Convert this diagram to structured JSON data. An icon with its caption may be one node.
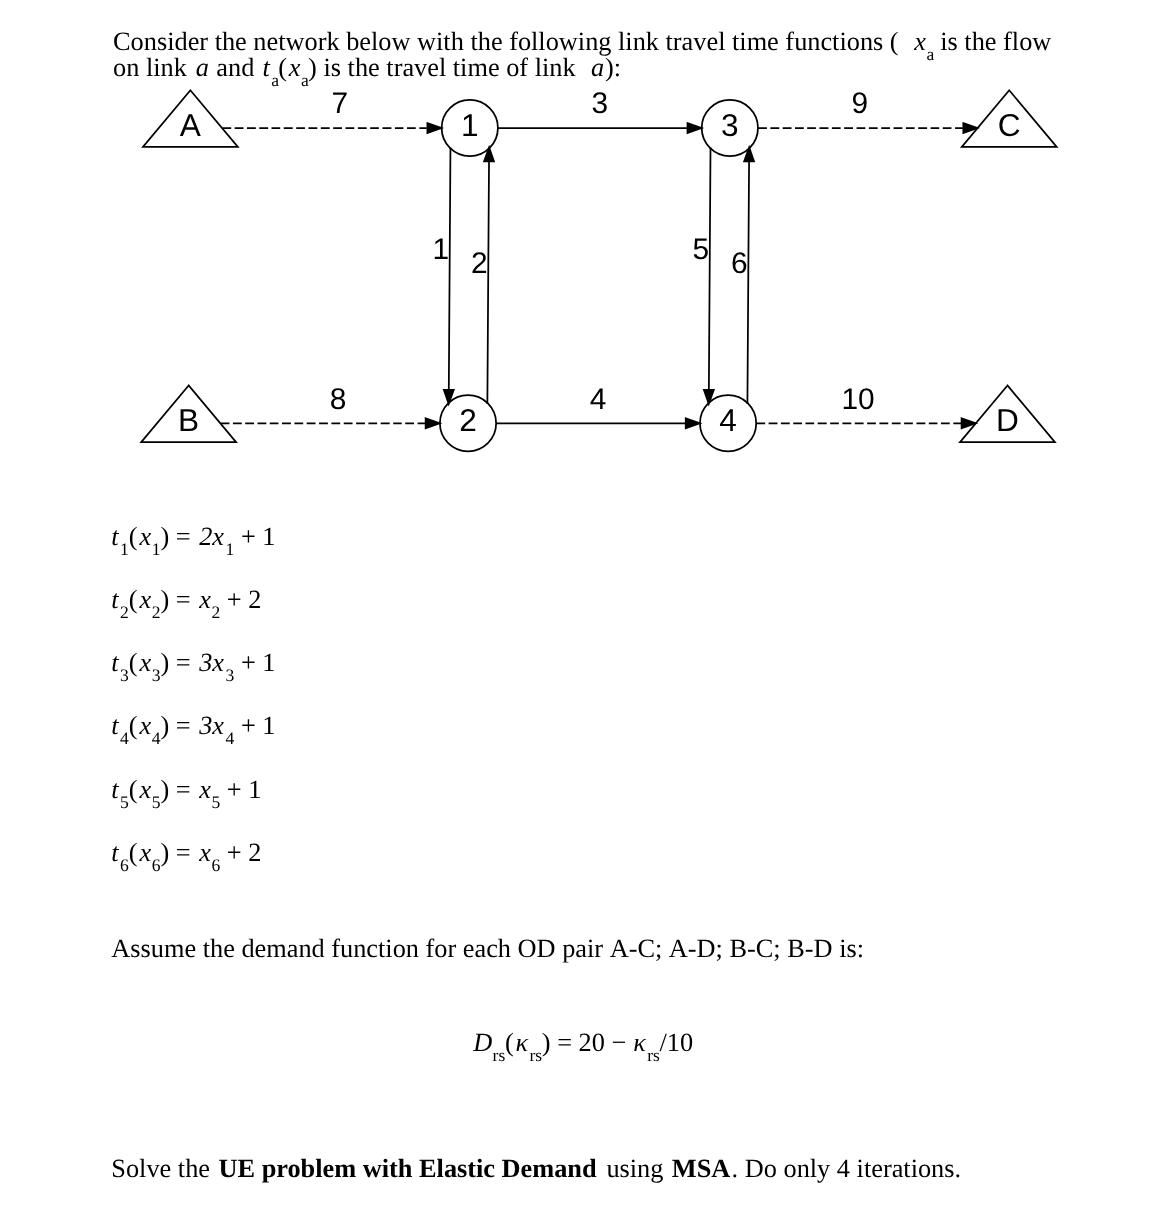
{
  "diagram": {
    "title": "Consider the network below with the following link travel time functions (*x*$_{a}$ is the flow on link *a* and *t*$_{a}$(*x*$_{a}$) is the travel time of link *a*):",
    "nodes": [
      {
        "text": [
          "A"
        ]
      },
      {
        "text": [
          "1"
        ]
      },
      {
        "text": [
          "3"
        ]
      },
      {
        "text": [
          "C"
        ]
      },
      {
        "text": [
          "B"
        ]
      },
      {
        "text": [
          "2"
        ]
      },
      {
        "text": [
          "4"
        ]
      },
      {
        "text": [
          "D"
        ]
      }
    ],
    "edges": [
      {
        "from": 1,
        "to": 5,
        "arrow": "to",
        "label": "1"
      },
      {
        "from": 5,
        "to": 1,
        "arrow": "to",
        "label": "2"
      },
      {
        "from": 1,
        "to": 2,
        "arrow": "to",
        "label": "3"
      },
      {
        "from": 5,
        "to": 6,
        "arrow": "to",
        "label": "4"
      },
      {
        "from": 2,
        "to": 6,
        "arrow": "to",
        "label": "5"
      },
      {
        "from": 6,
        "to": 2,
        "arrow": "to",
        "label": "6"
      },
      {
        "from": 0,
        "to": 1,
        "arrow": "to",
        "label": "7",
        "style": "dashed"
      },
      {
        "from": 4,
        "to": 5,
        "arrow": "to",
        "label": "8",
        "style": "dashed"
      },
      {
        "from": 2,
        "to": 3,
        "arrow": "to",
        "label": "9",
        "style": "dashed"
      },
      {
        "from": 6,
        "to": 7,
        "arrow": "to",
        "label": "10",
        "style": "dashed"
      }
    ],
    "labels": [
      "*t*$_{1}$(*x*$_{1}$) = *2x*$_{1}$ + 1",
      "*t*$_{2}$(*x*$_{2}$) = *x*$_{2}$ + 2",
      "*t*$_{3}$(*x*$_{3}$) = *3x*$_{3}$ + 1",
      "*t*$_{4}$(*x*$_{4}$) = *3x*$_{4}$ + 1",
      "*t*$_{5}$(*x*$_{5}$) = *x*$_{5}$ + 1",
      "*t*$_{6}$(*x*$_{6}$) = *x*$_{6}$ + 2",
      "Assume the demand function for each OD pair A-C; A-D; B-C; B-D is:",
      "*D*$_{rs}$(*κ*$_{rs}$) = 20 − *κ*$_{rs}$/10",
      "Solve the **UE problem with Elastic Demand** using **MSA**. Do only 4 iterations."
    ]
  }
}
